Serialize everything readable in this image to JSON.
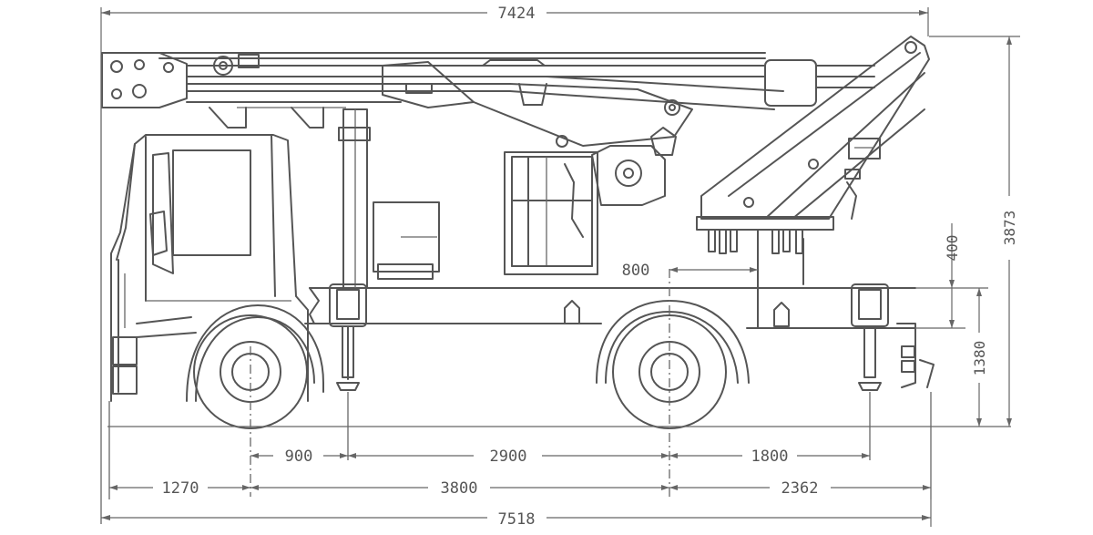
{
  "dimensions": {
    "overall_top": "7424",
    "overall_bottom": "7518",
    "front_overhang": "1270",
    "wheelbase": "3800",
    "rear_overhang": "2362",
    "front_outrigger_offset": "900",
    "outrigger_span": "2900",
    "rear_outrigger_offset": "1800",
    "turret_offset": "800",
    "frame_height": "400",
    "frame_top_height": "1380",
    "overall_height": "3873"
  },
  "colors": {
    "line": "#555555",
    "background": "#ffffff"
  }
}
